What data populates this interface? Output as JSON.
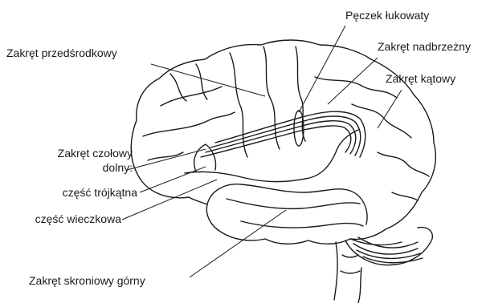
{
  "labels": {
    "peczek": "Pęczek łukowaty",
    "nadbrzezny": "Zakręt nadbrzeżny",
    "przedsrodkowy": "Zakręt przedśrodkowy",
    "katowy": "Zakręt kątowy",
    "czolowy_line1": "Zakręt czołowy",
    "czolowy_line2": "dolny:",
    "trojkatna": "część trójkątna",
    "wieczkowa": "część wieczkowa",
    "skroniowy": "Zakręt skroniowy górny"
  },
  "colors": {
    "ink": "#1a1a1a",
    "background": "#ffffff"
  }
}
